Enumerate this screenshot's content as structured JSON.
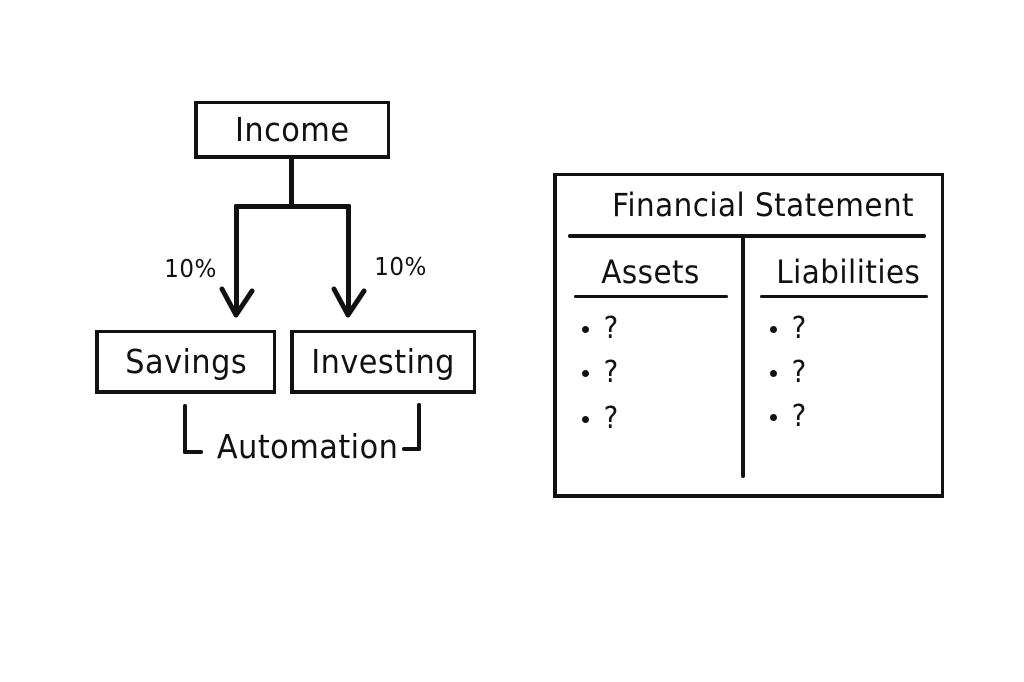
{
  "diagram": {
    "flow": {
      "income": {
        "label": "Income"
      },
      "split_left": {
        "percent": "10%",
        "target": "Savings"
      },
      "split_right": {
        "percent": "10%",
        "target": "Investing"
      },
      "savings": {
        "label": "Savings"
      },
      "investing": {
        "label": "Investing"
      },
      "bracket": {
        "label": "Automation"
      }
    },
    "financial_statement": {
      "title": "Financial Statement",
      "columns": [
        {
          "header": "Assets",
          "items": [
            "?",
            "?",
            "?"
          ]
        },
        {
          "header": "Liabilities",
          "items": [
            "?",
            "?",
            "?"
          ]
        }
      ]
    },
    "colors": {
      "ink": "#111111",
      "background": "#ffffff"
    }
  }
}
